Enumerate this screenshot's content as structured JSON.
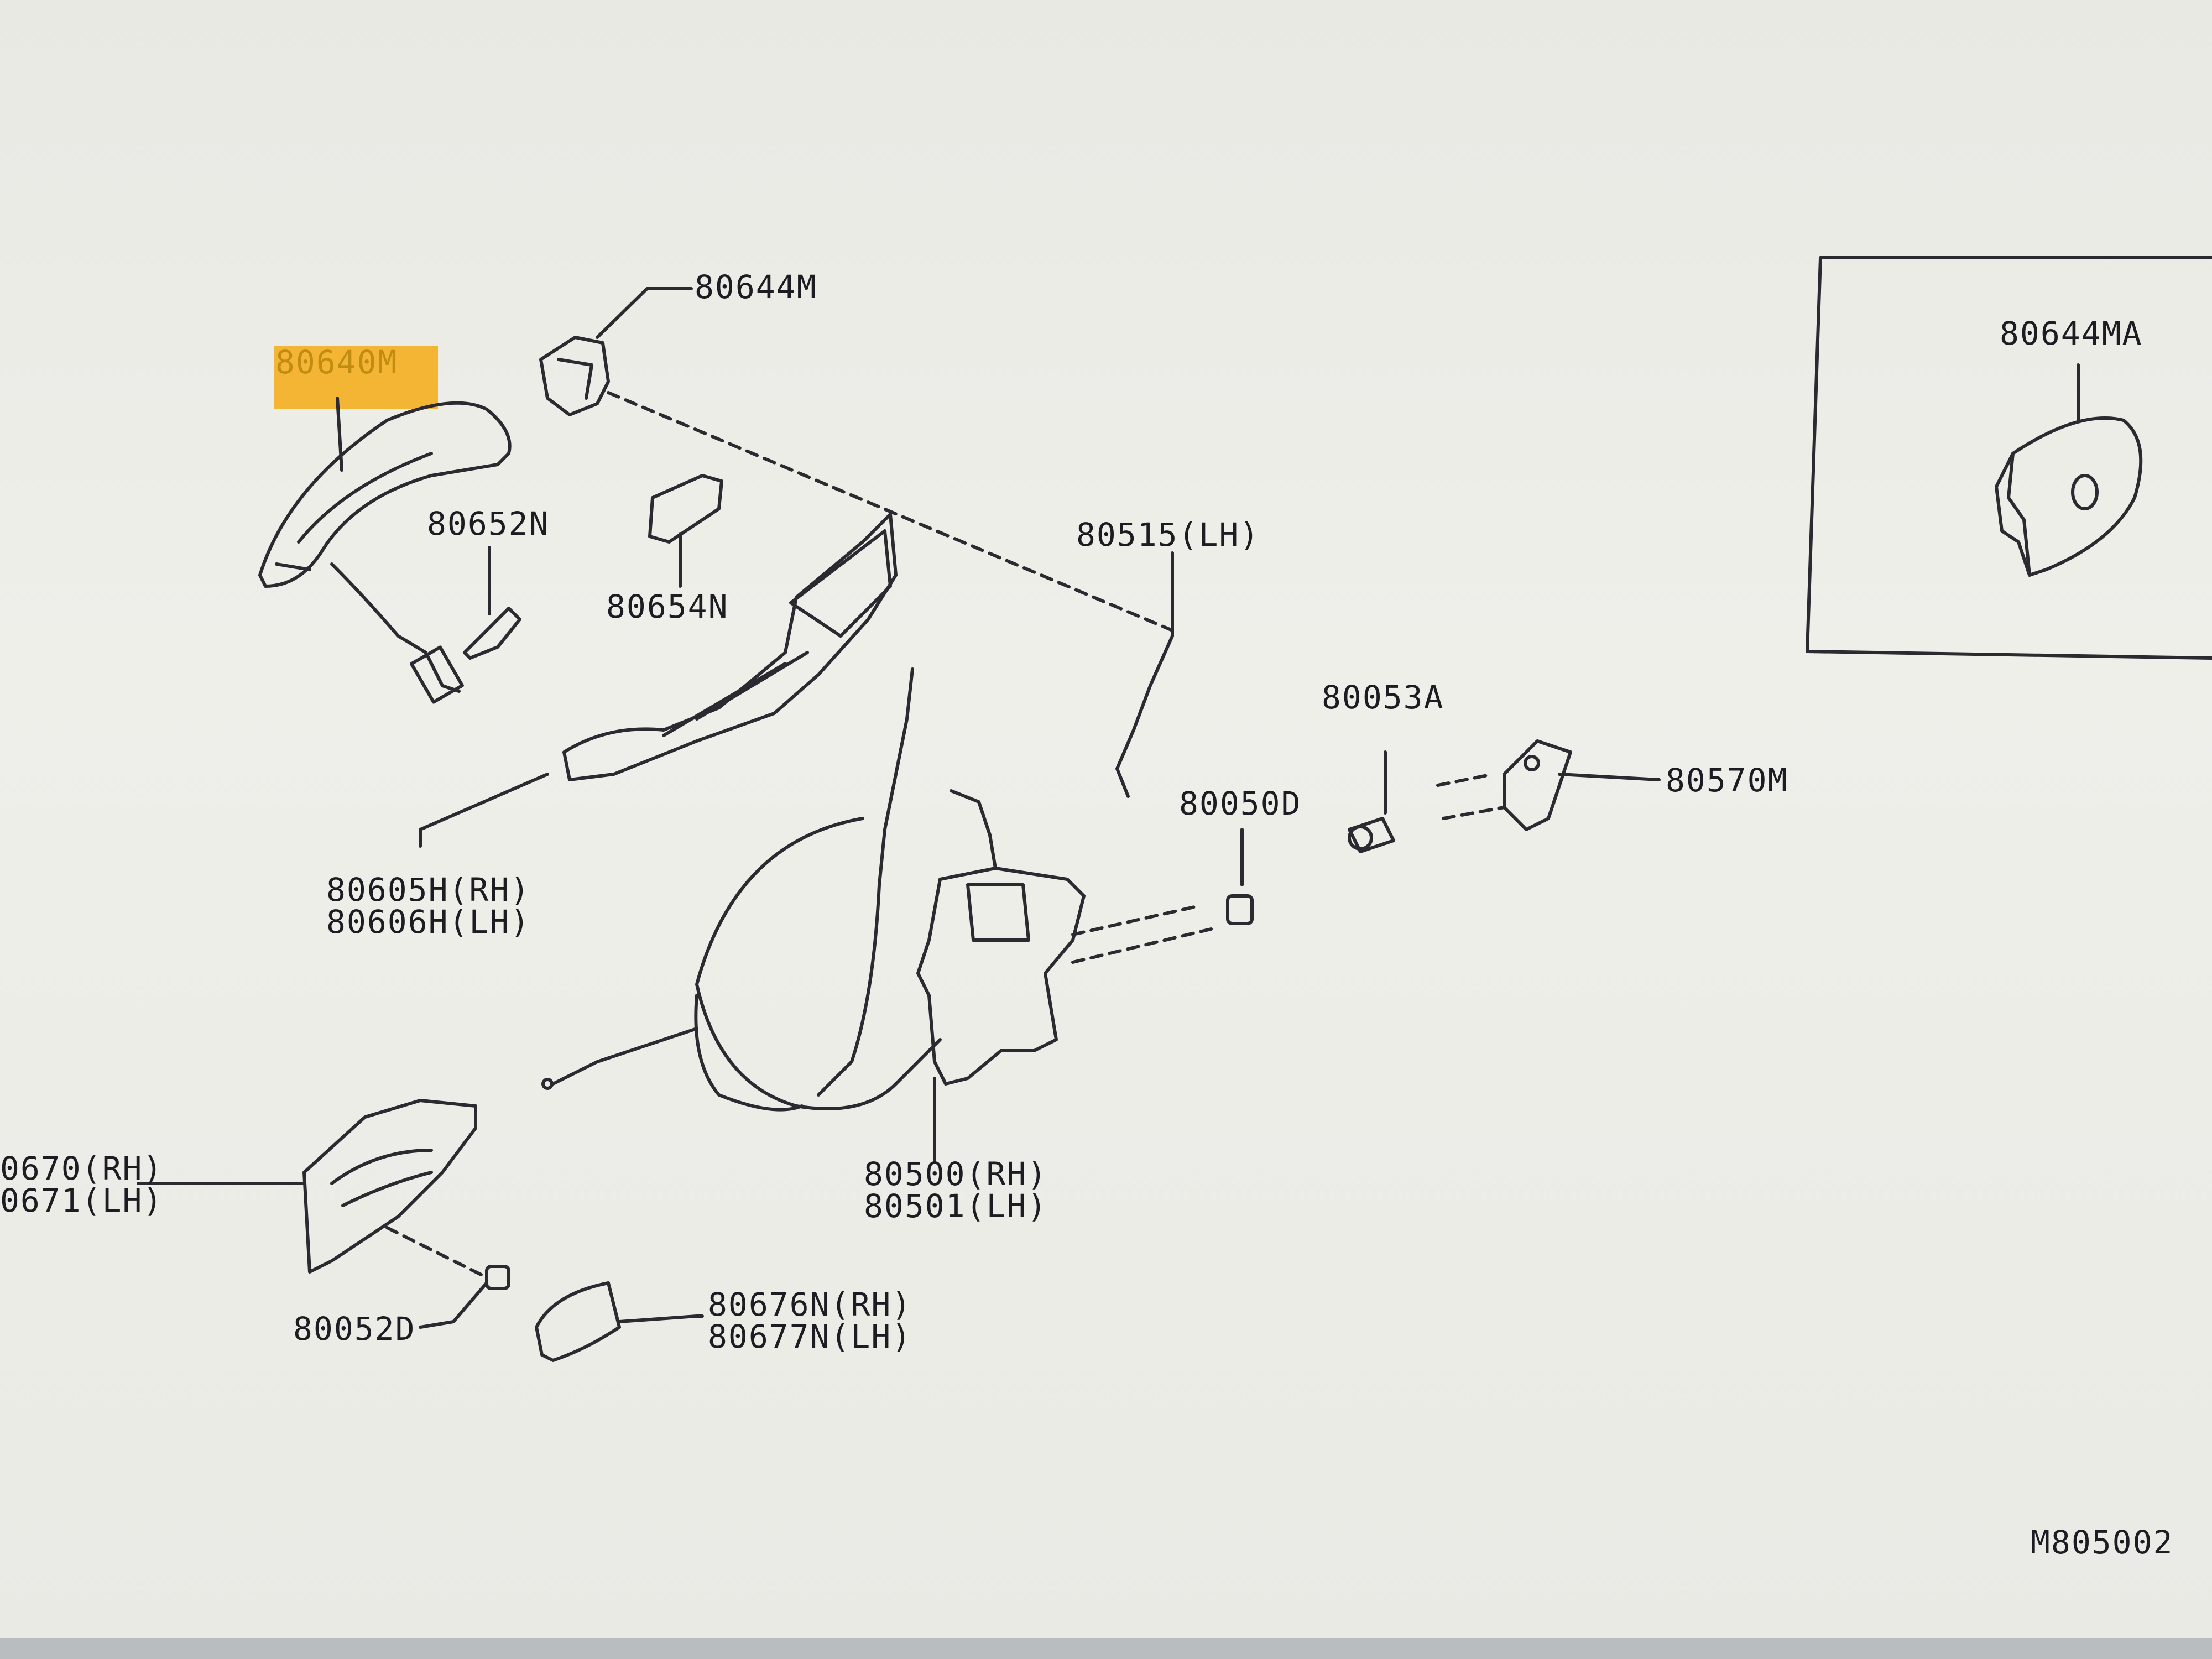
{
  "diagram": {
    "code": "M805002",
    "inset": {
      "part": "80644MA"
    },
    "highlighted_part": "80640M",
    "labels": {
      "p80644M": "80644M",
      "p80640M": "80640M",
      "p80652N": "80652N",
      "p80654N": "80654N",
      "p80515": "80515(LH)",
      "p80605H": "80605H(RH)",
      "p80606H": "80606H(LH)",
      "p80053A": "80053A",
      "p80050D": "80050D",
      "p80570M": "80570M",
      "p80670": "0670(RH)",
      "p80671": "0671(LH)",
      "p80500": "80500(RH)",
      "p80501": "80501(LH)",
      "p80052D": "80052D",
      "p80676N": "80676N(RH)",
      "p80677N": "80677N(LH)"
    },
    "colors": {
      "highlight": "#f4b434",
      "ink": "#1c1c22",
      "paper": "#ececE7"
    }
  }
}
